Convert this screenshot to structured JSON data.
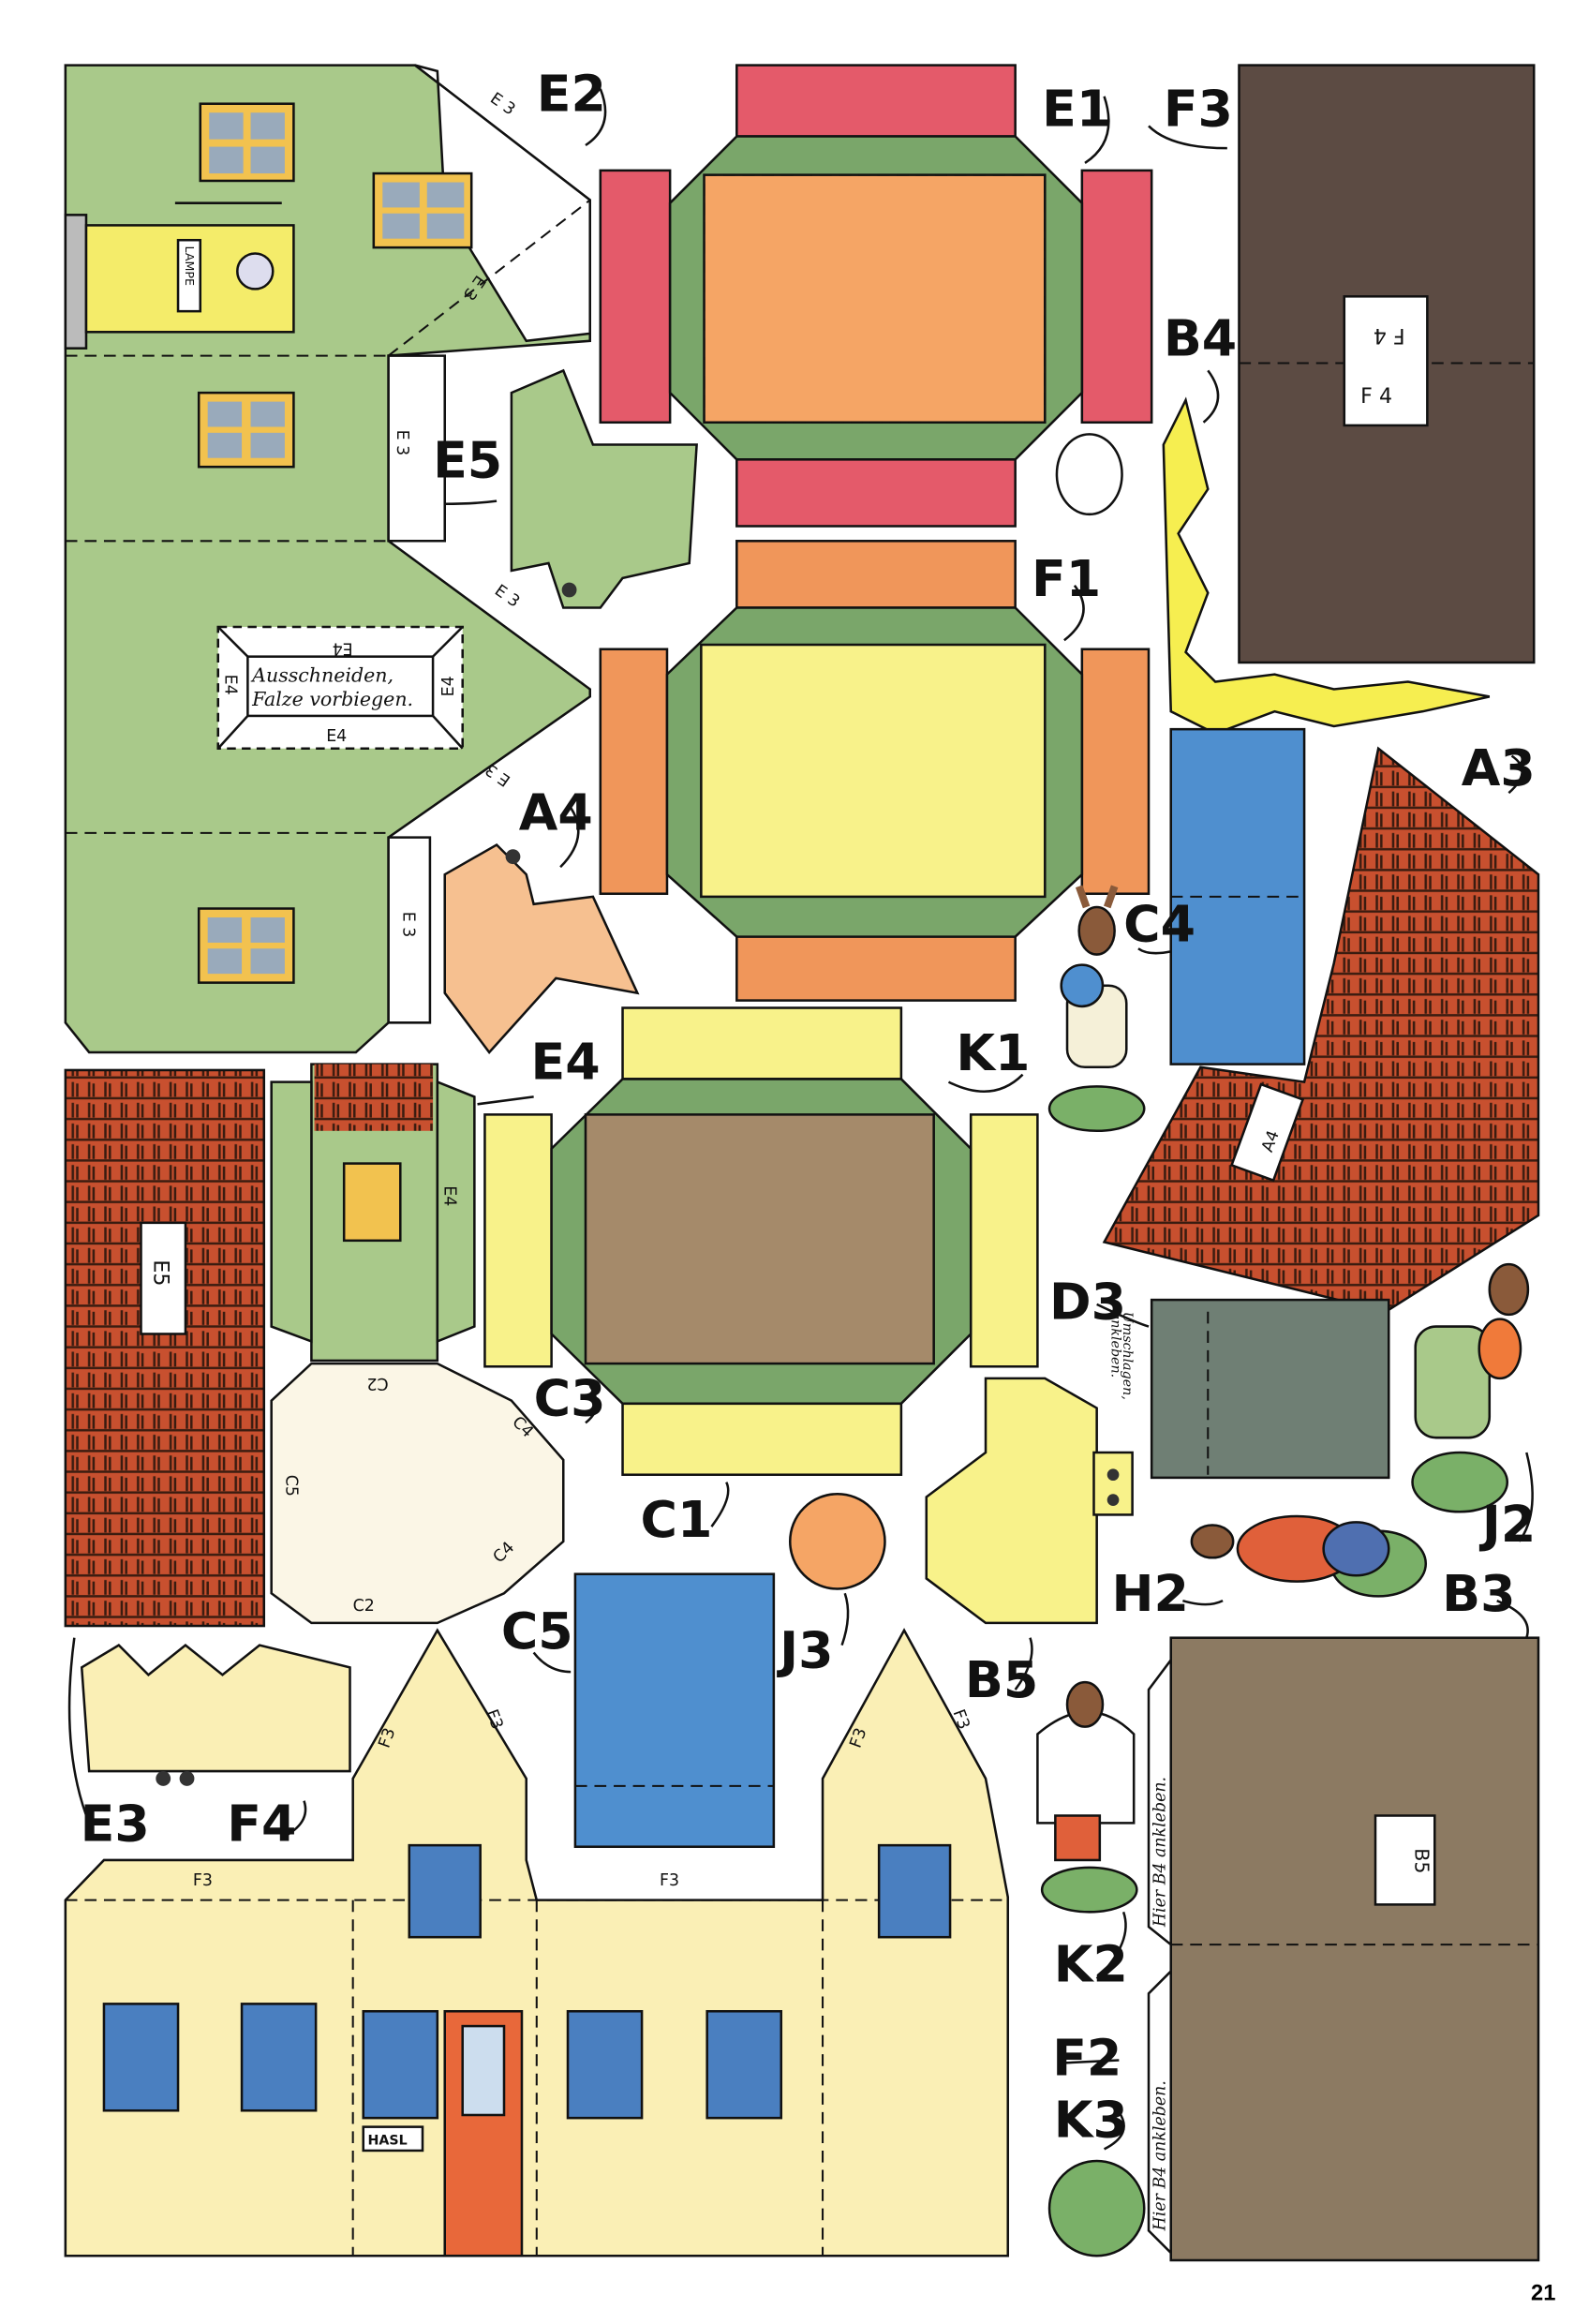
{
  "page_number": "21",
  "colors": {
    "green_wall": "#a9c98a",
    "dark_green": "#7aa66a",
    "orange": "#f5a565",
    "red": "#e45a6a",
    "yellow": "#f8f28a",
    "light_yellow": "#faefb5",
    "cream": "#fbf6e6",
    "dark_brown": "#5c4b43",
    "mud_brown": "#8c7a62",
    "box_brown": "#a58a6a",
    "blue": "#4f8fcf",
    "gray": "#6f7f74",
    "brick": "#c8502f"
  },
  "part_labels": {
    "e2": "E2",
    "e1": "E1",
    "f3": "F3",
    "b4": "B4",
    "e5": "E5",
    "a4": "A4",
    "f1": "F1",
    "a3": "A3",
    "c4": "C4",
    "k1": "K1",
    "e4": "E4",
    "d3": "D3",
    "c3": "C3",
    "c1": "C1",
    "j3": "J3",
    "c5": "C5",
    "b5": "B5",
    "h2": "H2",
    "b3": "B3",
    "j2": "J2",
    "e3": "E3",
    "f4": "F4",
    "k2": "K2",
    "f2": "F2",
    "k3": "K3"
  },
  "glue_marks": {
    "e3": "E 3",
    "e4": "E4",
    "f3": "F3",
    "f4": "F 4",
    "e5": "E5",
    "a4": "A4",
    "b5": "B5",
    "c2": "C2",
    "c4": "C4",
    "c5": "C5"
  },
  "instructions": {
    "line1": "Ausschneiden,",
    "line2": "Falze vorbiegen.",
    "fold_glue_1": "Umschlagen,",
    "fold_glue_2": "ankleben.",
    "glue_b4": "Hier B4 ankleben."
  },
  "signs": {
    "lamp": "LAMPE",
    "name_plate": "HASL"
  }
}
